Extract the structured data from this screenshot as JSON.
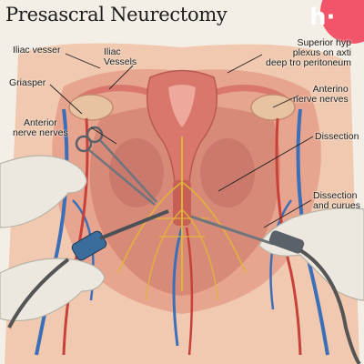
{
  "title": "Presascral Neurectomy",
  "labels": {
    "iliac_vesser": "Iliac vesser",
    "iliac_vessels": "Iliac\nVessels",
    "griasper": "Griasper",
    "anterior_nerve_left": "Anterior\nnerve nerves",
    "superior_hyp": "Superior hyp\nplexus on axti\ndeep tro peritoneum",
    "anterior_nerve_right": "Anterino\nnerve nerves",
    "dissection": "Dissection",
    "dissection_curues": "Dissection\nand curues"
  },
  "logo_icon": "h-logo-icon",
  "logo_text": "h·",
  "colors": {
    "logo": "#f2556a",
    "tissue": "#e9a48e",
    "uterus": "#d9776d",
    "vessels_blue": "#3b6fb8",
    "vessels_red": "#c7413a",
    "nerves": "#e2b33a",
    "glove": "#ece8df"
  }
}
